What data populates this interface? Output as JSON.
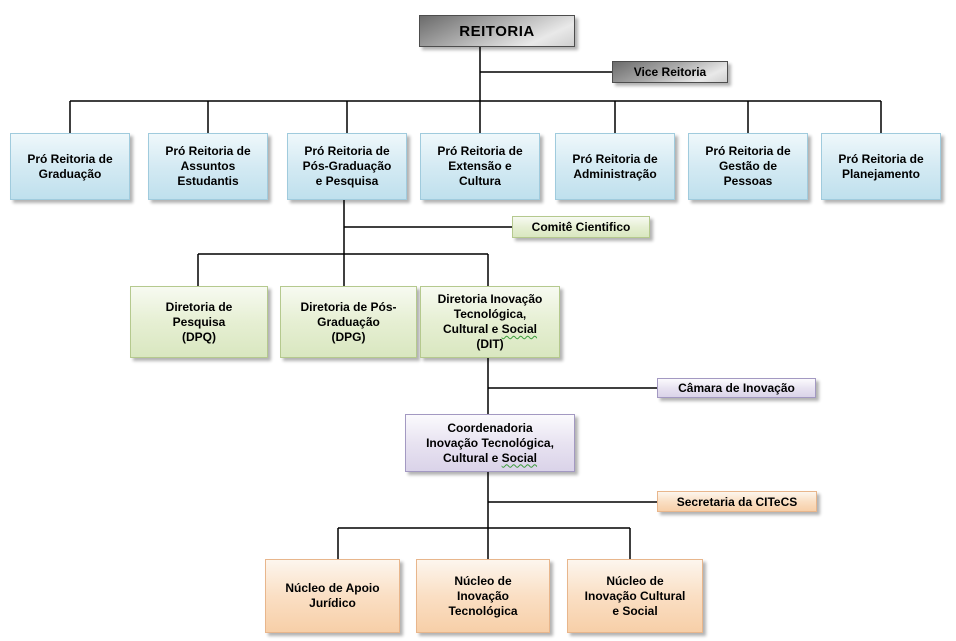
{
  "org": {
    "root": {
      "label": "REITORIA"
    },
    "vice": {
      "label": "Vice Reitoria"
    },
    "pro_reitorias": [
      {
        "label": "Pró Reitoria de\nGraduação"
      },
      {
        "label": "Pró Reitoria de\nAssuntos\nEstudantis"
      },
      {
        "label": "Pró Reitoria de\nPós-Graduação\ne Pesquisa"
      },
      {
        "label": "Pró Reitoria de\nExtensão e\nCultura"
      },
      {
        "label": "Pró Reitoria de\nAdministração"
      },
      {
        "label": "Pró Reitoria de\nGestão de\nPessoas"
      },
      {
        "label": "Pró Reitoria de\nPlanejamento"
      }
    ],
    "comite": {
      "label": "Comitê Cientifico"
    },
    "diretorias": [
      {
        "label": "Diretoria de\nPesquisa\n(DPQ)"
      },
      {
        "label": "Diretoria de Pós-\nGraduação\n(DPG)"
      },
      {
        "pre": "Diretoria Inovação\nTecnológica,\nCultural e ",
        "wavy": "Social",
        "post": "\n(DIT)"
      }
    ],
    "camara": {
      "label": "Câmara de Inovação"
    },
    "coordenadoria": {
      "pre": "Coordenadoria\nInovação Tecnológica,\nCultural e ",
      "wavy": "Social",
      "post": ""
    },
    "secretaria": {
      "label": "Secretaria da CITeCS"
    },
    "nucleos": [
      {
        "label": "Núcleo de Apoio\nJurídico"
      },
      {
        "label": "Núcleo de\nInovação\nTecnológica"
      },
      {
        "label": "Núcleo de\nInovação Cultural\ne Social"
      }
    ]
  },
  "palette": {
    "root_gray_dark": "#6b6b6b",
    "root_gray_light": "#e9e9e9",
    "level1_blue_fill": "#bfe0ed",
    "level1_blue_border": "#a0cbdd",
    "level2_green_fill": "#d9e7c0",
    "level2_green_border": "#b5c98e",
    "level3_purple_fill": "#dad3e9",
    "level3_purple_border": "#a399c2",
    "level4_orange_fill": "#f7cfa8",
    "level4_orange_border": "#e8b68c",
    "connector_color": "#000000",
    "spellcheck_wavy": "#3a9b3a"
  }
}
